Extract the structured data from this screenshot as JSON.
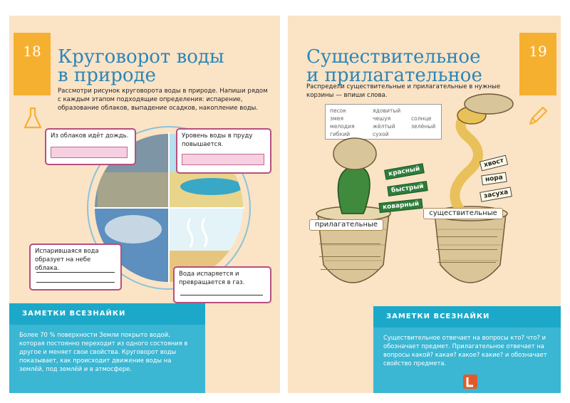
{
  "left": {
    "page_number": "18",
    "title_line1": "Круговорот воды",
    "title_line2": "в природе",
    "intro": "Рассмотри рисунок круговорота воды в природе. Напиши рядом с каждым этапом подходящие определения: испарение, образование облаков, выпадение осадков, накопление воды.",
    "callouts": {
      "rain": "Из облаков идёт дождь.",
      "pond": "Уровень воды в пруду повышается.",
      "clouds": "Испарившаяся вода образует на небе облака.",
      "evaporation": "Вода испаряется и превращается в газ."
    },
    "notes_title": "ЗАМЕТКИ ВСЕЗНАЙКИ",
    "notes_text": "Более 70 % поверхности Земли покрыто водой, которая постоянно переходит из одного состояния в другое и меняет свои свойства. Круговорот воды показывает, как происходит движение воды на землёй, под землёй и в атмосфере."
  },
  "right": {
    "page_number": "19",
    "title_line1": "Существительное",
    "title_line2": "и прилагательное",
    "intro": "Распредели существительные и прилагательные в нужные корзины — впиши слова.",
    "word_bank": {
      "w1": "песок",
      "w2": "ядовитый",
      "w3": "змея",
      "w4": "чешуя",
      "w5": "солнце",
      "w6": "мелодия",
      "w7": "жёлтый",
      "w8": "зелёный",
      "w9": "гибкий",
      "w10": "сухой"
    },
    "green_tags": {
      "t1": "красный",
      "t2": "быстрый",
      "t3": "коварный"
    },
    "yellow_tags": {
      "t1": "хвост",
      "t2": "нора",
      "t3": "засуха"
    },
    "basket_left_label": "прилагательные",
    "basket_right_label": "существительные",
    "notes_title": "ЗАМЕТКИ ВСЕЗНАЙКИ",
    "notes_text": "Существительное отвечает на вопросы кто? что? и обозначает предмет. Прилагательное отвечает на вопросы какой? какая? какое? какие? и обозначает свойство предмета."
  },
  "colors": {
    "page_bg": "#fbe3c6",
    "accent_orange": "#f6b030",
    "title_blue": "#2a86b8",
    "notes_teal": "#1ca9c9",
    "callout_border": "#b5507e"
  },
  "icons": [
    "atom-icon",
    "flask-icon",
    "atom-icon",
    "pencil-icon",
    "publisher-logo-icon"
  ]
}
